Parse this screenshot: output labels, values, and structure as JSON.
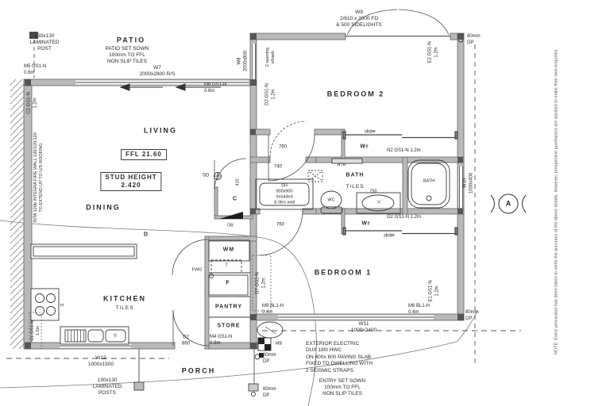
{
  "rooms": {
    "patio": "PATIO",
    "living": "LIVING",
    "dining": "DINING",
    "kitchen": "KITCHEN",
    "kitchen_finish": "TILES",
    "bedroom1": "BEDROOM 1",
    "bedroom2": "BEDROOM 2",
    "bath": "BATH",
    "bath_finish": "TILES",
    "porch": "PORCH",
    "store": "STORE",
    "pantry": "PANTRY"
  },
  "levels": {
    "ffl": "FFL 21.60",
    "stud_height": "STUD HEIGHT\n2.420"
  },
  "openings": {
    "w7": "W7\n2000x2800 R/S",
    "w8": "W8\n2000x800",
    "w8_note": "2 opening\ns/hash",
    "w9": "W9\n2/610 x 2000 FD\n& 500 SIDELIGHTS",
    "w10": "W10\n1000x400",
    "w11": "W11\n1000x2400",
    "w12": "W12\n1000x1500",
    "d2": "D2\n860"
  },
  "bracing": {
    "m5": "M5 GS1-N\n0.6m",
    "m6_top": "M6 GS1-N\n0.6m",
    "c2": "C2 GS1-N\n1.2m",
    "e2": "E2 GS1-N\n1.2m",
    "d2": "D2 GS1-N\n1.2m",
    "n2": "N2 GS1-N 1.2m",
    "o2": "O2 GS1-N 1.2m",
    "e1": "E1 GS1-N\n1.2m",
    "d7": "D7 GS1-N\n1.2m",
    "c1": "C1 GS1-N\n1.2m",
    "m9": "M9 BL1-H\n0.4m",
    "m6_bed1": "M6 BL1-H\n0.4m",
    "m4": "M4 GS1-N\n0.9m"
  },
  "dims": {
    "d760_hall": "760",
    "d740": "740",
    "d410": "410",
    "d750": "750",
    "d760_bed1": "760"
  },
  "fixtures": {
    "shower": "SH\n900x900\nmoulded\n& tiles wall",
    "wc": "WC",
    "vanity": "V",
    "bath_tub": "BATH",
    "heated_towel_rail": "HTR",
    "wardrobe2": "Wr",
    "wardrobe2_door": "slider",
    "wardrobe1": "Wr",
    "wardrobe1_door": "slider",
    "closet": "C",
    "distribution_board": "DB",
    "smoke_detector": "SD",
    "washing_machine": "WM",
    "tub": "T",
    "floor_waste": "FWG",
    "fridge": "F",
    "hob": "H",
    "sink": "S",
    "meter_box": "MB",
    "door_d": "D"
  },
  "downpipes": {
    "top_right": "80mm\nDP",
    "bottom_right": "80mm\nDP",
    "porch_upper": "80mm\nDP",
    "porch_lower": "80mm\nDP"
  },
  "notes": {
    "post_top": "130x130\nLAMINATED\nPOST",
    "posts_bottom": "130x130\nLAMINATED\nPOSTS",
    "patio": "PATIO SET SOWN\n100mm TO FFL\nNON SLIP TILES",
    "entry": "ENTRY SET SOWN\n100mm TO FFL\nNON SLIP TILES",
    "exterior": "EXTERIOR ELECTRIC\nDUX 180l HWC\nON 600x 600 PAVING SLAB\nFIXED TO DWELLING WITH\n2 SEISMIC STRAPS",
    "fire_wall": "INTA 120b  INTEGRA FIRE WALL 120/120/120\nTO EXTEND UP TO U/S ROOFING",
    "disclaimer": "NOTE: Every precaution has been taken to verify the accuracy of the above details. However, prospective purchasers are advised to make their own enquiries."
  },
  "section_marker": "A",
  "colors": {
    "wall_fill": "#b9b9b9",
    "wall_edge": "#6f6f6f",
    "line": "#3c3c3c",
    "text": "#222222"
  }
}
